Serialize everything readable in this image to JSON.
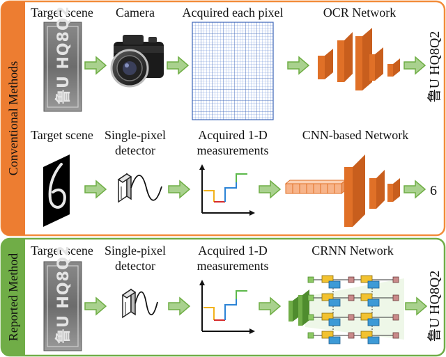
{
  "colors": {
    "conventional_accent": "#ed7d31",
    "conventional_border": "#f28c3a",
    "reported_border": "#70ad47",
    "reported_accent": "#70ad47",
    "arrow_fill": "#a9d18e",
    "arrow_stroke": "#6fae45",
    "network_orange": "#e07027",
    "grid_blue": "#4a74c9"
  },
  "sections": {
    "conventional": {
      "label": "Conventional Methods",
      "row1": {
        "labels": {
          "target": "Target scene",
          "camera": "Camera",
          "acquired": "Acquired each pixel",
          "network": "OCR Network"
        },
        "output": "鲁U HQ8Q2",
        "icons": [
          "plate-image",
          "camera-icon",
          "pixel-grid",
          "ocr-network"
        ]
      },
      "row2": {
        "labels": {
          "target": "Target scene",
          "detector_line1": "Single-pixel",
          "detector_line2": "detector",
          "measure_line1": "Acquired 1-D",
          "measure_line2": "measurements",
          "network": "CNN-based Network"
        },
        "output": "6",
        "icons": [
          "digit-image",
          "detector-icon",
          "signal-plot",
          "cnn-network"
        ]
      }
    },
    "reported": {
      "label": "Reported Method",
      "labels": {
        "target": "Target scene",
        "detector_line1": "Single-pixel",
        "detector_line2": "detector",
        "measure_line1": "Acquired 1-D",
        "measure_line2": "measurements",
        "network": "CRNN Network"
      },
      "output": "鲁U HQ8Q2",
      "icons": [
        "plate-image",
        "detector-icon",
        "signal-plot",
        "crnn-network"
      ]
    }
  }
}
